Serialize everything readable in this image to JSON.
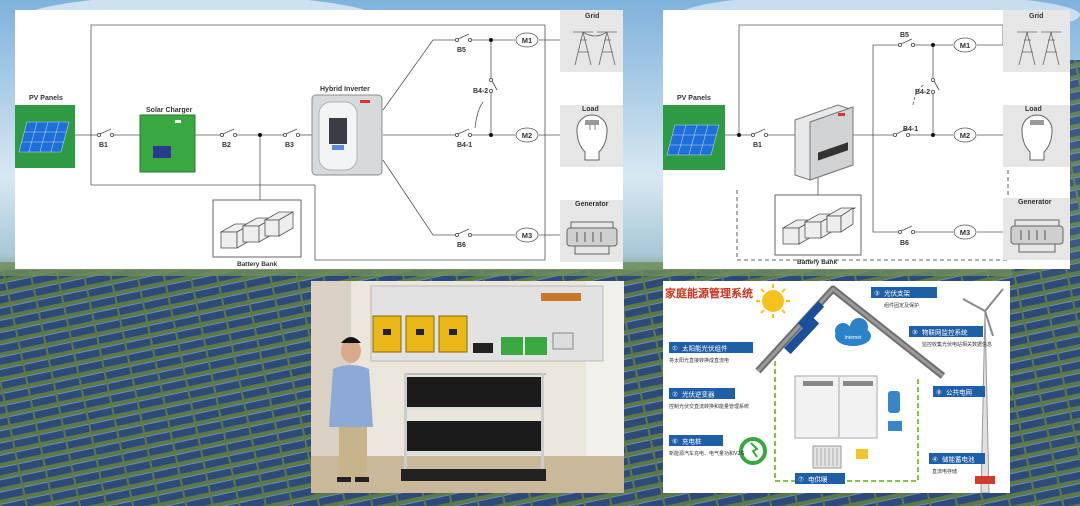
{
  "diagram1": {
    "pv": "PV Panels",
    "charger": "Solar Charger",
    "inverter": "Hybrid Inverter",
    "battery": "Battery Bank",
    "grid": "Grid",
    "load": "Load",
    "generator": "Generator",
    "switches": [
      "B1",
      "B2",
      "B3",
      "B4-1",
      "B4-2",
      "B5",
      "B6"
    ],
    "meters": [
      "M1",
      "M2",
      "M3"
    ]
  },
  "diagram2": {
    "pv": "PV Panels",
    "battery": "Battery Bank",
    "grid": "Grid",
    "load": "Load",
    "generator": "Generator",
    "switches": [
      "B1",
      "B4-1",
      "B4-2",
      "B5",
      "B6"
    ],
    "meters": [
      "M1",
      "M2",
      "M3"
    ]
  },
  "home": {
    "title": "家庭能源管理系统",
    "cloud": "Internet",
    "items": [
      {
        "num": "①",
        "title": "太阳能光伏组件",
        "desc": "将太阳光直接转换成直流电"
      },
      {
        "num": "②",
        "title": "光伏逆变器",
        "desc": "控制光伏交直流转换和能量管理系统"
      },
      {
        "num": "③",
        "title": "光伏支架",
        "desc": "组件固定及保护"
      },
      {
        "num": "④",
        "title": "储能蓄电池",
        "desc": "直流电存储"
      },
      {
        "num": "⑥",
        "title": "充电桩",
        "desc": "新能源汽车充电、电气量功和V2G"
      },
      {
        "num": "⑦",
        "title": "电供暖",
        "desc": ""
      },
      {
        "num": "⑧",
        "title": "公共电网",
        "desc": ""
      },
      {
        "num": "⑨",
        "title": "物联网监控系统",
        "desc": "监控收集光伏电站相关数据信息"
      }
    ]
  }
}
